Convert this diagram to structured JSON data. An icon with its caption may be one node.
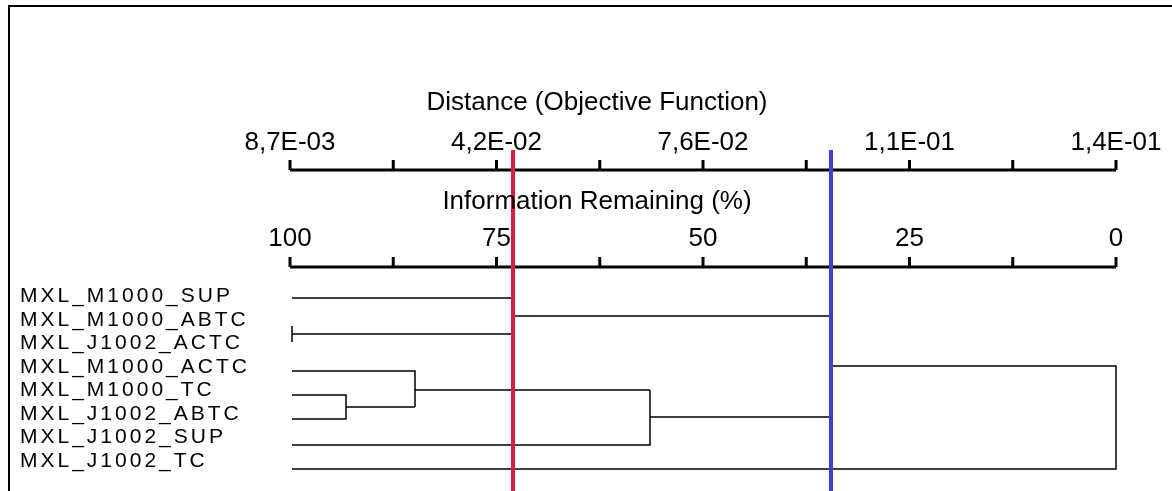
{
  "diagram": {
    "labels": [
      "Distance (Objective Function)",
      "8,7E-03",
      "4,2E-02",
      "7,6E-02",
      "1,1E-01",
      "1,4E-01",
      "Information Remaining (%)",
      "100",
      "75",
      "50",
      "25",
      "0",
      "MXL_M1000_SUP",
      "MXL_M1000_ABTC",
      "MXL_J1002_ACTC",
      "MXL_M1000_ACTC",
      "MXL_M1000_TC",
      "MXL_J1002_ABTC",
      "MXL_J1002_SUP",
      "MXL_J1002_TC"
    ]
  }
}
